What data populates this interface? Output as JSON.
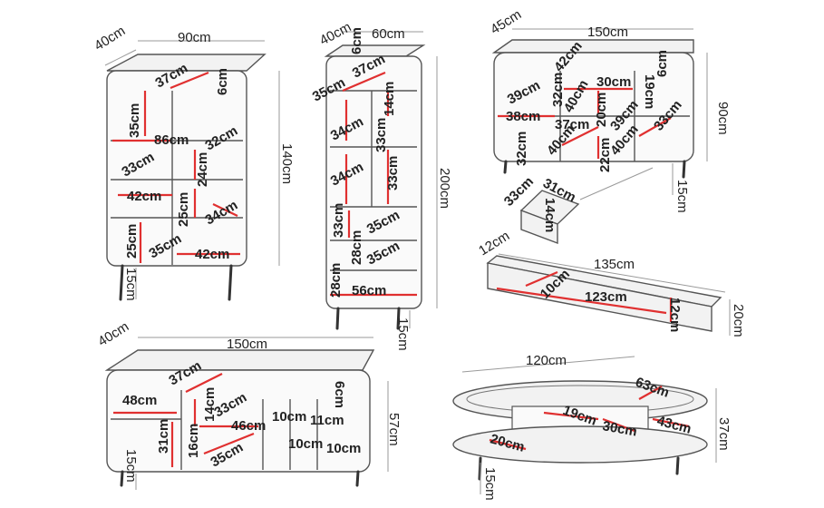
{
  "colors": {
    "furniture_outline": "#555555",
    "measure_line": "#e03030",
    "dimension_line": "#9a9a9a",
    "text": "#222222"
  },
  "cabinet_tall": {
    "labels": [
      "40cm",
      "90cm",
      "37cm",
      "6cm",
      "35cm",
      "86cm",
      "32cm",
      "33cm",
      "24cm",
      "42cm",
      "25cm",
      "34cm",
      "25cm",
      "35cm",
      "42cm",
      "140cm",
      "15cm"
    ]
  },
  "cabinet_narrow": {
    "labels": [
      "40cm",
      "60cm",
      "6cm",
      "37cm",
      "35cm",
      "14cm",
      "34cm",
      "33cm",
      "34cm",
      "33cm",
      "33cm",
      "35cm",
      "28cm",
      "35cm",
      "28cm",
      "56cm",
      "200cm",
      "15cm"
    ]
  },
  "sideboard_high": {
    "labels": [
      "45cm",
      "150cm",
      "42cm",
      "6cm",
      "39cm",
      "32cm",
      "30cm",
      "19cm",
      "40cm",
      "38cm",
      "37cm",
      "20cm",
      "39cm",
      "33cm",
      "90cm",
      "32cm",
      "22cm",
      "40cm",
      "40cm",
      "15cm"
    ]
  },
  "drawer": {
    "labels": [
      "31cm",
      "33cm",
      "14cm"
    ]
  },
  "shelf": {
    "labels": [
      "12cm",
      "135cm",
      "10cm",
      "123cm",
      "12cm",
      "20cm"
    ]
  },
  "tv_unit": {
    "labels": [
      "40cm",
      "150cm",
      "37cm",
      "6cm",
      "48cm",
      "14cm",
      "33cm",
      "46cm",
      "10cm",
      "11cm",
      "31cm",
      "16cm",
      "35cm",
      "10cm",
      "10cm",
      "57cm",
      "15cm"
    ]
  },
  "coffee_table": {
    "labels": [
      "120cm",
      "63cm",
      "19cm",
      "30cm",
      "43cm",
      "20cm",
      "37cm",
      "15cm"
    ]
  }
}
